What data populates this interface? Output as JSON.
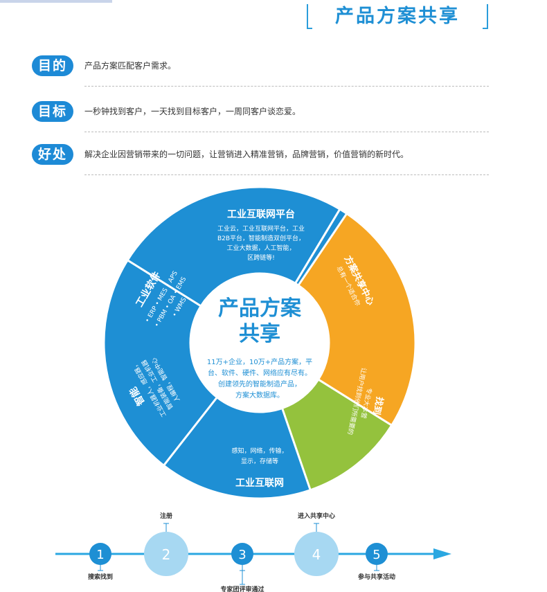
{
  "header": {
    "title": "产品方案共享"
  },
  "rows": [
    {
      "badge": "目的",
      "text": "产品方案匹配客户需求。"
    },
    {
      "badge": "目标",
      "text": "一秒钟找到客户，一天找到目标客户，一周同客户谈恋爱。"
    },
    {
      "badge": "好处",
      "text": "解决企业因营销带来的一切问题，让营销进入精准营销，品牌营销，价值营销的新时代。"
    }
  ],
  "wheel": {
    "center": {
      "title_line1": "产品方案",
      "title_line2": "共享",
      "desc": [
        "11万+企业，10万+产品方案，平",
        "台、软件、硬件、网络应有尽有。",
        "创建领先的智能制造产品，",
        "方案大数据库。"
      ]
    },
    "segments": [
      {
        "title": "工业互联网平台",
        "lines": [
          "工业云，工业互联网平台，工业",
          "B2B平台，智能制造双创平台，",
          "工业大数据，人工智能，",
          "区跨链等!"
        ],
        "color": "#1e8fd4"
      },
      {
        "title": "方案共享中心",
        "lines": [
          "总有一个适合你"
        ],
        "color": "#f6a623"
      },
      {
        "title": "找到",
        "lines": [
          "专业大本营",
          "让用户找到他们所需要的"
        ],
        "color": "#94c23d"
      },
      {
        "title": "工业互联网",
        "lines": [
          "感知，网络，传输，",
          "显示，存储等"
        ],
        "color": "#1e8fd4"
      },
      {
        "title": "智能",
        "lines": [
          "工业机器人，感应器，",
          "智能装备，工业机器",
          "人编程，智能中心"
        ],
        "color": "#1e8fd4"
      },
      {
        "title": "工业软件",
        "lines": [
          "• ERP  • MES  • APS",
          "• PBM  • OA  • EMS",
          "• WMS"
        ],
        "color": "#1e8fd4"
      }
    ]
  },
  "timeline": {
    "steps": [
      {
        "num": "1",
        "label": "搜索找到",
        "label_pos": "below",
        "big": false
      },
      {
        "num": "2",
        "label": "注册",
        "label_pos": "above",
        "big": true
      },
      {
        "num": "3",
        "label": "专家团评审通过",
        "label_pos": "below",
        "big": false
      },
      {
        "num": "4",
        "label": "进入共享中心",
        "label_pos": "above",
        "big": true
      },
      {
        "num": "5",
        "label": "参与共享活动",
        "label_pos": "below",
        "big": false
      }
    ]
  }
}
